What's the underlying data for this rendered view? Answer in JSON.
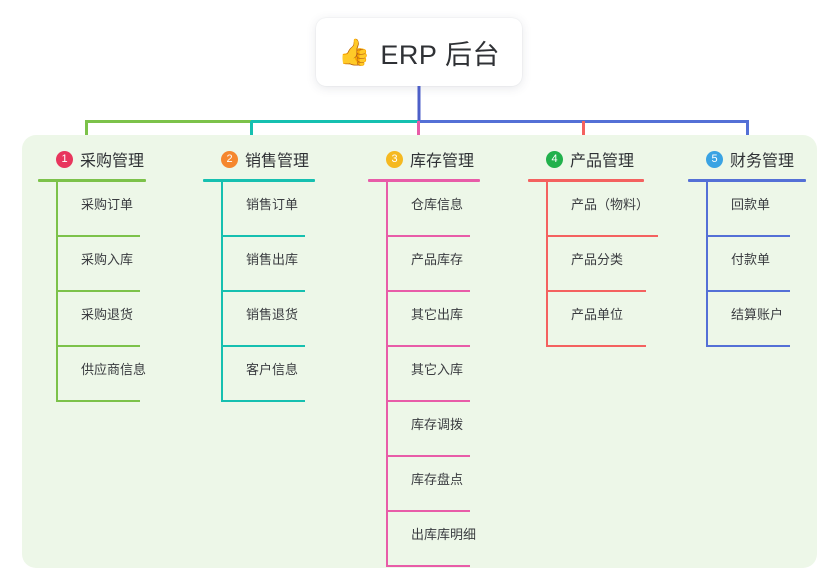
{
  "root": {
    "icon": "thumbs-up-emoji",
    "icon_glyph": "👍",
    "title": "ERP 后台"
  },
  "palette": {
    "panel_background": "#edf7e8",
    "page_background": "#ffffff",
    "text": "#2f3135",
    "trunk": "#4d5fc8",
    "green": "#7cc24a",
    "teal": "#16c0b0",
    "pink": "#e85ca8",
    "red": "#f4615f",
    "blue": "#5470d6",
    "badge1": "#e8365d",
    "badge2": "#f5872e",
    "badge3": "#f5b921",
    "badge4": "#22b14c",
    "badge5": "#3aa3e3"
  },
  "chart_data": {
    "type": "diagram",
    "layout": "mind-map",
    "title": "ERP 后台",
    "columns": 5,
    "branch_counts": [
      4,
      4,
      7,
      3,
      3
    ]
  },
  "columns": [
    {
      "number": "1",
      "title": "采购管理",
      "badge_color": "#e8365d",
      "line_color": "#7cc24a",
      "items": [
        {
          "label": "采购订单"
        },
        {
          "label": "采购入库"
        },
        {
          "label": "采购退货"
        },
        {
          "label": "供应商信息"
        }
      ]
    },
    {
      "number": "2",
      "title": "销售管理",
      "badge_color": "#f5872e",
      "line_color": "#16c0b0",
      "items": [
        {
          "label": "销售订单"
        },
        {
          "label": "销售出库"
        },
        {
          "label": "销售退货"
        },
        {
          "label": "客户信息"
        }
      ]
    },
    {
      "number": "3",
      "title": "库存管理",
      "badge_color": "#f5b921",
      "line_color": "#e85ca8",
      "items": [
        {
          "label": "仓库信息"
        },
        {
          "label": "产品库存"
        },
        {
          "label": "其它出库"
        },
        {
          "label": "其它入库"
        },
        {
          "label": "库存调拨"
        },
        {
          "label": "库存盘点"
        },
        {
          "label": "出库库明细"
        }
      ]
    },
    {
      "number": "4",
      "title": "产品管理",
      "badge_color": "#22b14c",
      "line_color": "#f4615f",
      "items": [
        {
          "label": "产品（物料）"
        },
        {
          "label": "产品分类"
        },
        {
          "label": "产品单位"
        }
      ]
    },
    {
      "number": "5",
      "title": "财务管理",
      "badge_color": "#3aa3e3",
      "line_color": "#5470d6",
      "items": [
        {
          "label": "回款单"
        },
        {
          "label": "付款单"
        },
        {
          "label": "结算账户"
        }
      ]
    }
  ]
}
